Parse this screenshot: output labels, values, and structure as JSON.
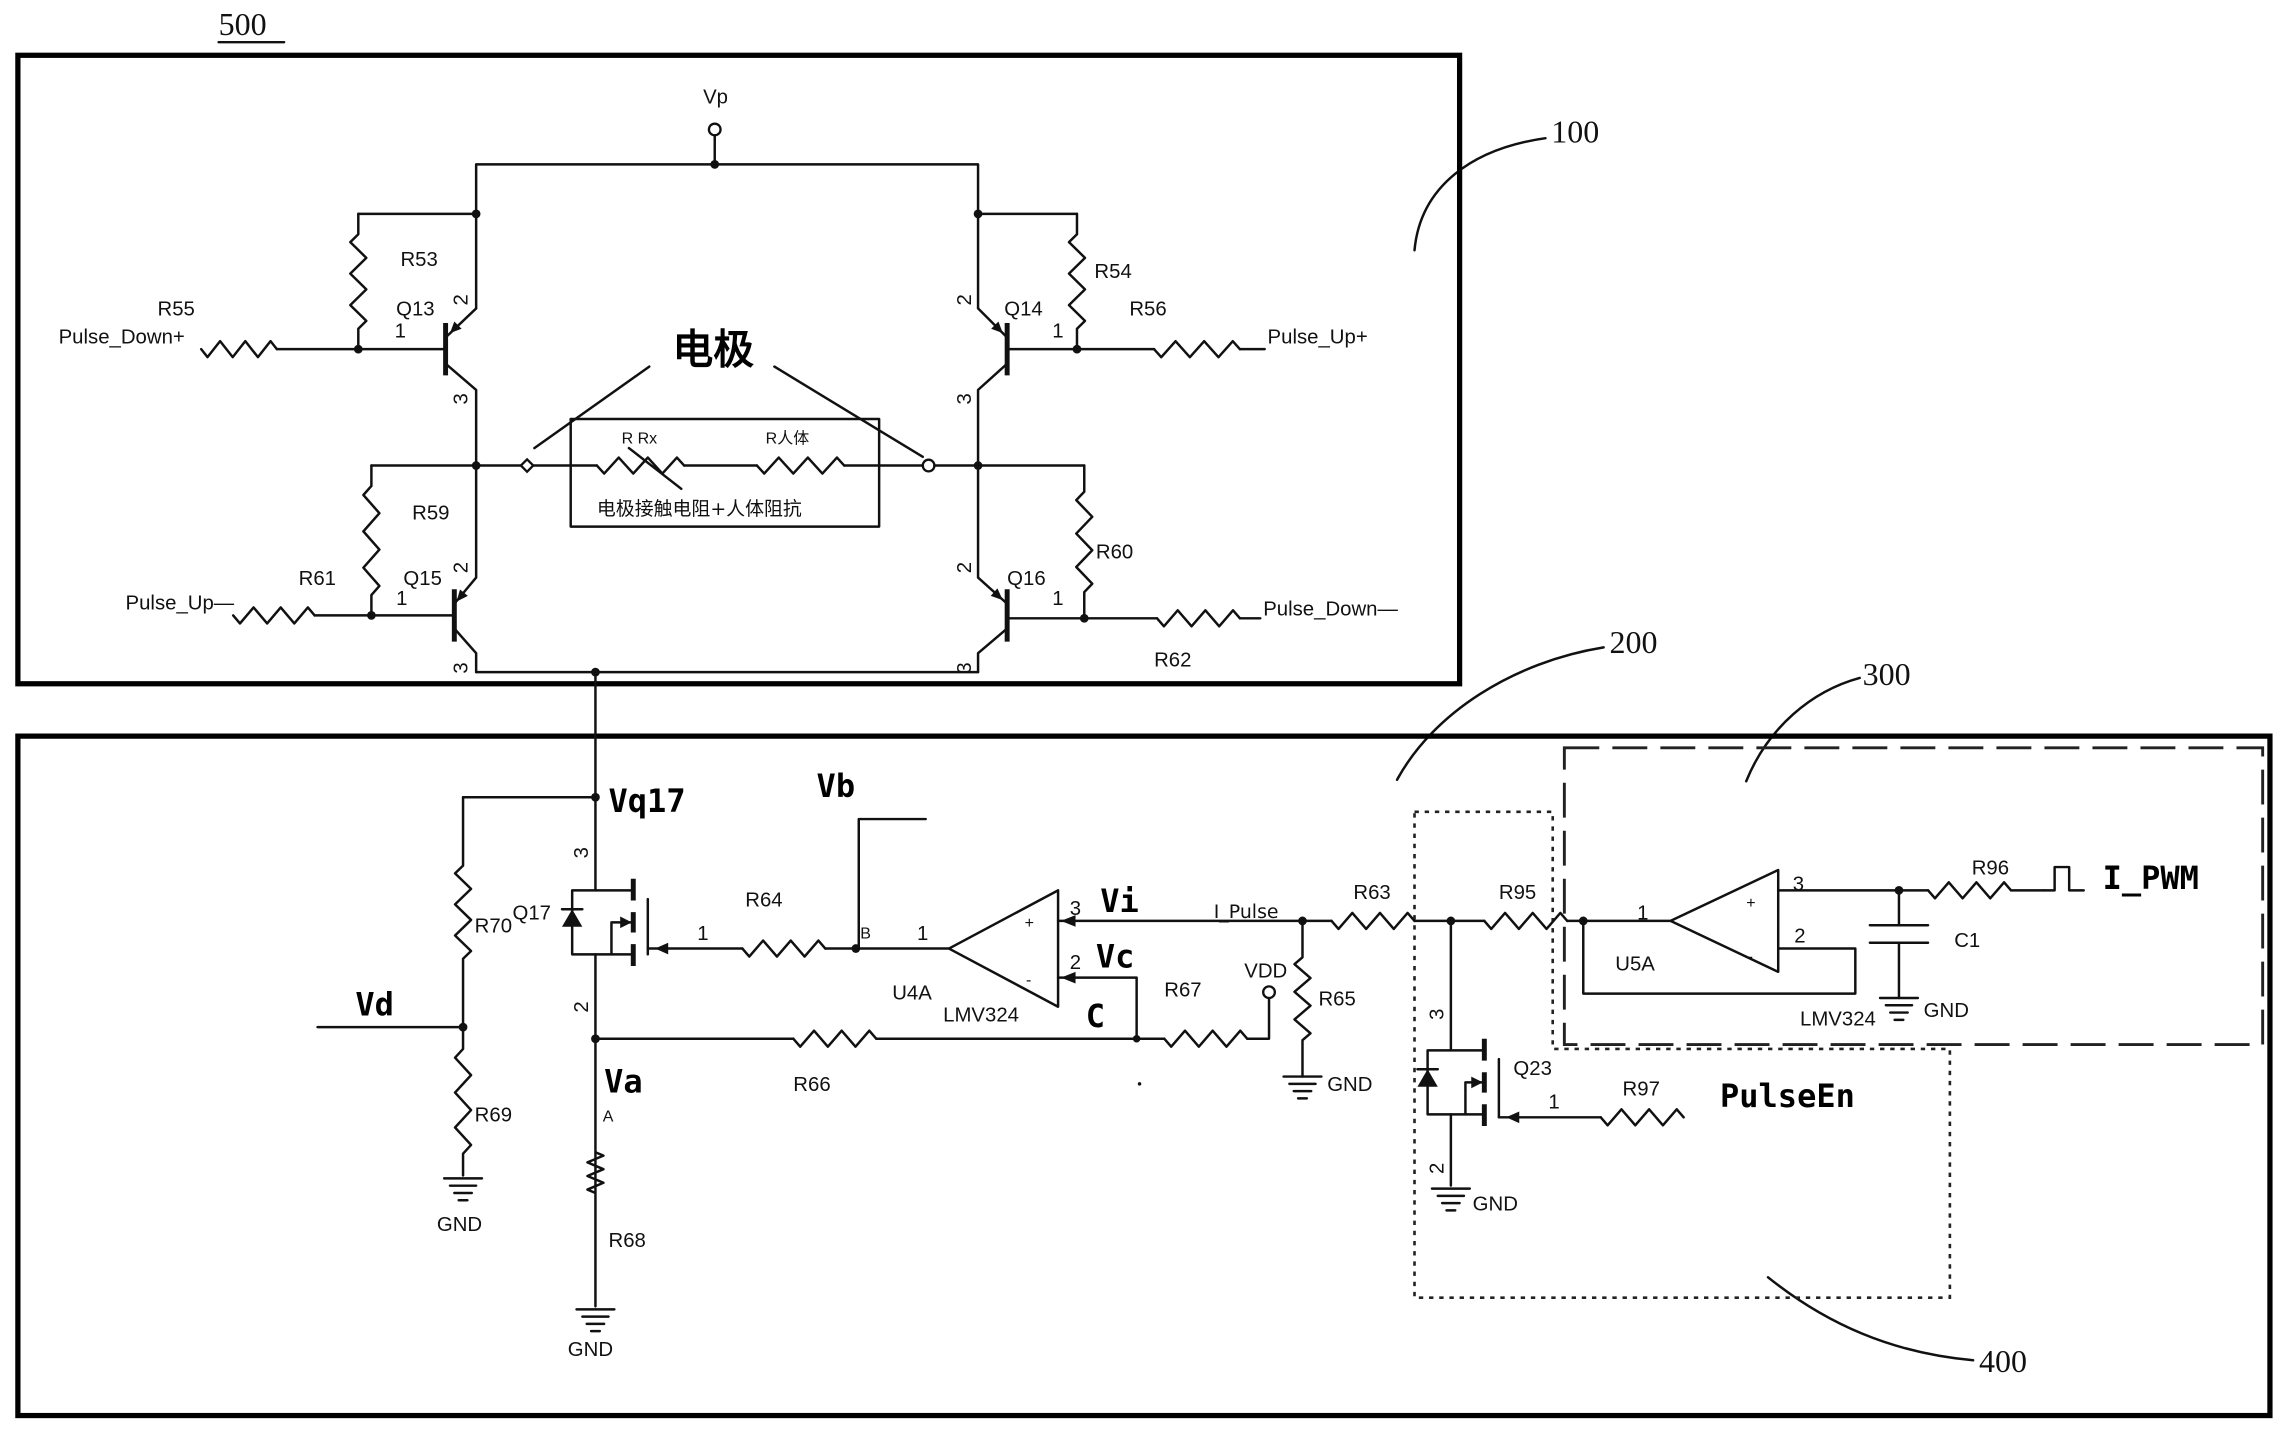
{
  "ref_numerals": {
    "figure": "500",
    "bridge": "100",
    "current_source": "200",
    "pwm_filter": "300",
    "enable_switch": "400"
  },
  "bridge": {
    "supply": "Vp",
    "electrode_label": "电极",
    "r_contact": "R Rx",
    "r_body": "R人体",
    "load_caption": "电极接触电阻+人体阻抗",
    "resistors": {
      "r53": "R53",
      "r54": "R54",
      "r55": "R55",
      "r56": "R56",
      "r59": "R59",
      "r60": "R60",
      "r61": "R61",
      "r62": "R62"
    },
    "transistors": {
      "q13": "Q13",
      "q14": "Q14",
      "q15": "Q15",
      "q16": "Q16"
    },
    "inputs": {
      "pulse_down_pos": "Pulse_Down+",
      "pulse_up_pos": "Pulse_Up+",
      "pulse_up_neg": "Pulse_Up—",
      "pulse_down_neg": "Pulse_Down—"
    }
  },
  "driver": {
    "nodes": {
      "vq17": "Vq17",
      "vb": "Vb",
      "vi": "Vi",
      "vc": "Vc",
      "c": "C",
      "vd": "Vd",
      "va": "Va",
      "node_a": "A",
      "node_b": "B",
      "i_pulse": "I_Pulse",
      "vdd": "VDD",
      "pulse_en": "PulseEn",
      "i_pwm": "I_PWM"
    },
    "resistors": {
      "r63": "R63",
      "r64": "R64",
      "r65": "R65",
      "r66": "R66",
      "r67": "R67",
      "r68": "R68",
      "r69": "R69",
      "r70": "R70",
      "r95": "R95",
      "r96": "R96",
      "r97": "R97"
    },
    "transistors": {
      "q17": "Q17",
      "q23": "Q23"
    },
    "opamps": {
      "u4a": "U4A",
      "u4a_part": "LMV324",
      "u5a": "U5A",
      "u5a_part": "LMV324"
    },
    "capacitor": "C1",
    "ground": "GND",
    "opamp_signs": {
      "plus": "+",
      "minus": "-"
    }
  },
  "pins": {
    "q13": [
      "1",
      "2",
      "3"
    ],
    "q14": [
      "1",
      "2",
      "3"
    ],
    "q15": [
      "1",
      "2",
      "3"
    ],
    "q16": [
      "1",
      "2",
      "3"
    ],
    "q17": [
      "1",
      "2",
      "3"
    ],
    "u4a": [
      "1",
      "2",
      "3"
    ],
    "q23": [
      "1",
      "2",
      "3"
    ],
    "u5a": [
      "1",
      "2",
      "3"
    ]
  }
}
